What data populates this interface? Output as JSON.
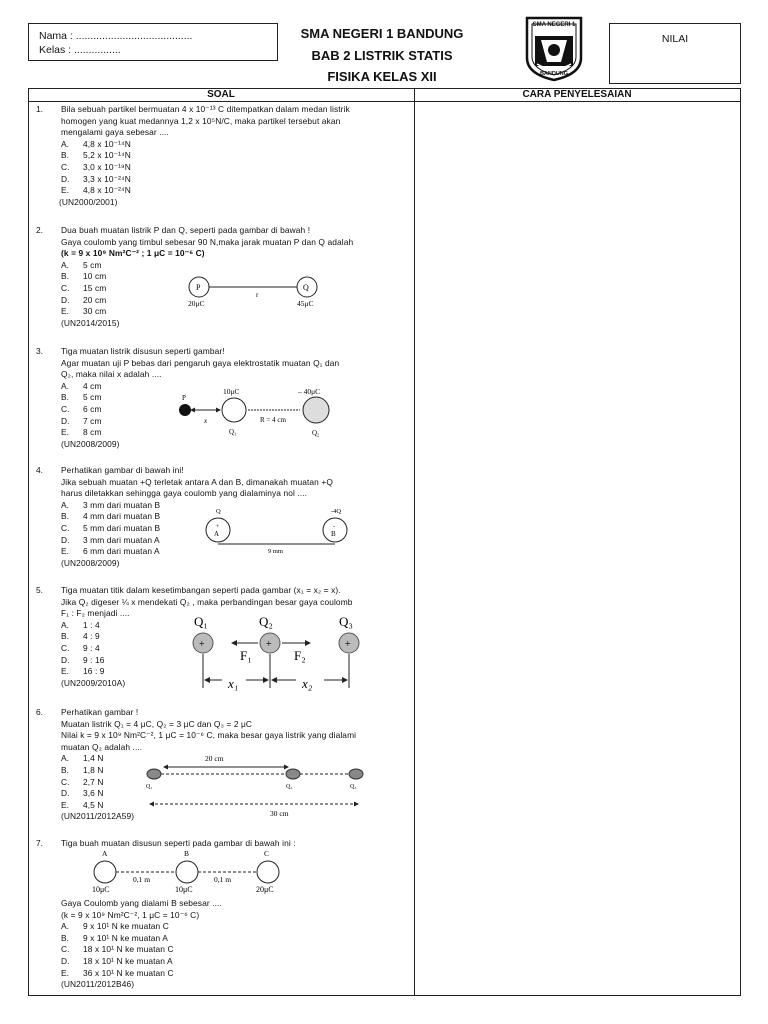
{
  "header": {
    "nama_label": "Nama : ........................................",
    "kelas_label": "Kelas  :  ................",
    "school": "SMA NEGERI 1 BANDUNG",
    "chapter": "BAB 2 LISTRIK STATIS",
    "subject": "FISIKA KELAS XII",
    "logo_top": "SMA NEGERI 1",
    "logo_bottom": "BANDUNG",
    "nilai": "NILAI"
  },
  "table": {
    "col1": "SOAL",
    "col2": "CARA PENYELESAIAN"
  },
  "questions": [
    {
      "n": "1.",
      "lines": [
        "Bila sebuah partikel bermuatan 4 x 10⁻¹³ C ditempatkan dalam medan listrik",
        "homogen yang kuat medannya 1,2 x 10⁵N/C, maka partikel tersebut akan",
        "mengalami gaya sebesar ...."
      ],
      "options": [
        [
          "A.",
          "4,8 x 10⁻¹⁴N"
        ],
        [
          "B.",
          "5,2 x 10⁻¹⁴N"
        ],
        [
          "C.",
          "3,0 x 10⁻¹⁹N"
        ],
        [
          "D.",
          "3,3 x 10⁻²⁴N"
        ],
        [
          "E.",
          "4,8 x 10⁻²⁴N"
        ]
      ],
      "src": "(UN2000/2001)"
    },
    {
      "n": "2.",
      "lines": [
        "Dua buah muatan listrik P dan Q, seperti pada gambar di bawah !",
        "Gaya coulomb yang timbul sebesar 90 N,maka jarak muatan P dan Q adalah",
        "(k = 9 x 10⁹ Nm²C⁻² ; 1 μC = 10⁻⁶ C)"
      ],
      "options": [
        [
          "A.",
          "5 cm"
        ],
        [
          "B.",
          "10 cm"
        ],
        [
          "C.",
          "15 cm"
        ],
        [
          "D.",
          "20 cm"
        ],
        [
          "E.",
          "30 cm"
        ]
      ],
      "src": "(UN2014/2015)",
      "fig": {
        "p": "P",
        "q": "Q",
        "r": "r",
        "qp": "20μC",
        "qq": "45μC"
      }
    },
    {
      "n": "3.",
      "lines": [
        "Tiga muatan listrik disusun seperti gambar!",
        "Agar muatan uji P bebas dari pengaruh gaya elektrostatik muatan Q₁ dan",
        "Q₂, maka nilai x adalah ...."
      ],
      "options": [
        [
          "A.",
          "4 cm"
        ],
        [
          "B.",
          "5 cm"
        ],
        [
          "C.",
          "6 cm"
        ],
        [
          "D.",
          "7 cm"
        ],
        [
          "E.",
          "8 cm"
        ]
      ],
      "src": "(UN2008/2009)",
      "fig": {
        "p": "P",
        "x": "x",
        "q1v": "10μC",
        "q2v": "– 40μC",
        "r": "R = 4 cm",
        "q1": "Q₁",
        "q2": "Q₂"
      }
    },
    {
      "n": "4.",
      "lines": [
        "Perhatikan gambar di bawah ini!",
        "Jika sebuah muatan +Q terletak antara A dan B, dimanakah muatan +Q",
        "harus diletakkan sehingga gaya coulomb yang dialaminya nol ...."
      ],
      "options": [
        [
          "A.",
          "3 mm dari muatan B"
        ],
        [
          "B.",
          "4 mm dari muatan B"
        ],
        [
          "C.",
          "5 mm dari muatan B"
        ],
        [
          "D.",
          "3 mm dari muatan A"
        ],
        [
          "E.",
          "6 mm dari muatan A"
        ]
      ],
      "src": "(UN2008/2009)",
      "fig": {
        "qa": "Q",
        "qb": "-4Q",
        "a": "A",
        "b": "B",
        "d": "9 mm"
      }
    },
    {
      "n": "5.",
      "lines": [
        "Tiga muatan titik dalam kesetimbangan seperti pada gambar  (x₁ = x₂ = x).",
        "Jika Q₂ digeser ¼ x mendekati Q₂ , maka perbandingan besar  gaya coulomb",
        "F₁ : F₂ menjadi  ...."
      ],
      "options": [
        [
          "A.",
          "1 : 4"
        ],
        [
          "B.",
          "4 : 9"
        ],
        [
          "C.",
          "9 : 4"
        ],
        [
          "D.",
          "9 : 16"
        ],
        [
          "E.",
          "16 : 9"
        ]
      ],
      "src": "(UN2009/2010A)",
      "fig": {
        "q1": "Q₁",
        "q2": "Q₂",
        "q3": "Q₃",
        "f1": "F₁",
        "f2": "F₂",
        "x1": "x₁",
        "x2": "x₂"
      }
    },
    {
      "n": "6.",
      "lines": [
        "Perhatikan gambar !",
        "Muatan listrik Q₁ = 4 μC, Q₂ = 3 μC dan Q₃ = 2 μC",
        "Nilai k = 9 x 10⁹ Nm²C⁻², 1 μC = 10⁻⁶ C, maka besar  gaya listrik yang dialami",
        "muatan Q₂ adalah ...."
      ],
      "options": [
        [
          "A.",
          "1,4 N"
        ],
        [
          "B.",
          "1,8 N"
        ],
        [
          "C.",
          "2,7 N"
        ],
        [
          "D.",
          "3,6 N"
        ],
        [
          "E.",
          "4,5 N"
        ]
      ],
      "src": "(UN2011/2012A59)",
      "fig": {
        "d1": "20 cm",
        "d2": "30 cm",
        "q1": "Q₁",
        "q2": "Q₂",
        "q3": "Q₃"
      }
    },
    {
      "n": "7.",
      "lines": [
        "Tiga buah muatan disusun seperti pada gambar di bawah ini :"
      ],
      "after": [
        "Gaya Coulomb yang dialami B sebesar ....",
        "(k = 9 x 10⁹ Nm²C⁻², 1 μC = 10⁻⁶ C)"
      ],
      "options": [
        [
          "A.",
          "9 x 10¹ N ke muatan C"
        ],
        [
          "B.",
          "9 x 10¹ N ke muatan A"
        ],
        [
          "C.",
          "18 x 10¹ N ke muatan C"
        ],
        [
          "D.",
          "18 x 10¹ N ke muatan A"
        ],
        [
          "E.",
          "36 x 10¹ N ke muatan C"
        ]
      ],
      "src": "(UN2011/2012B46)",
      "fig": {
        "a": "A",
        "b": "B",
        "c": "C",
        "qa": "10μC",
        "qb": "10μC",
        "qc": "20μC",
        "d1": "0,1 m",
        "d2": "0,1 m"
      }
    }
  ]
}
